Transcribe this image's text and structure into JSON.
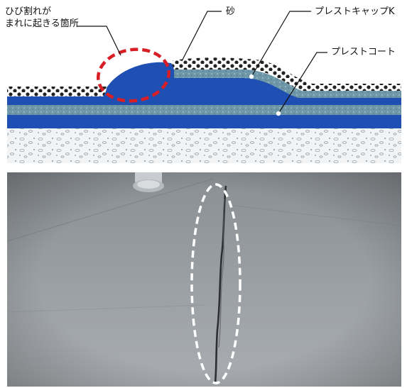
{
  "labels": {
    "crack_line1": "ひび割れが",
    "crack_line2": "まれに起きる箇所",
    "sand": "砂",
    "cap": "プレストキャップK",
    "coat": "プレストコート"
  },
  "colors": {
    "coat_blue": "#1f4fb3",
    "cap_teal": "#6b93a3",
    "crack_marker": "#d81f26",
    "photo_marker": "#ffffff"
  }
}
